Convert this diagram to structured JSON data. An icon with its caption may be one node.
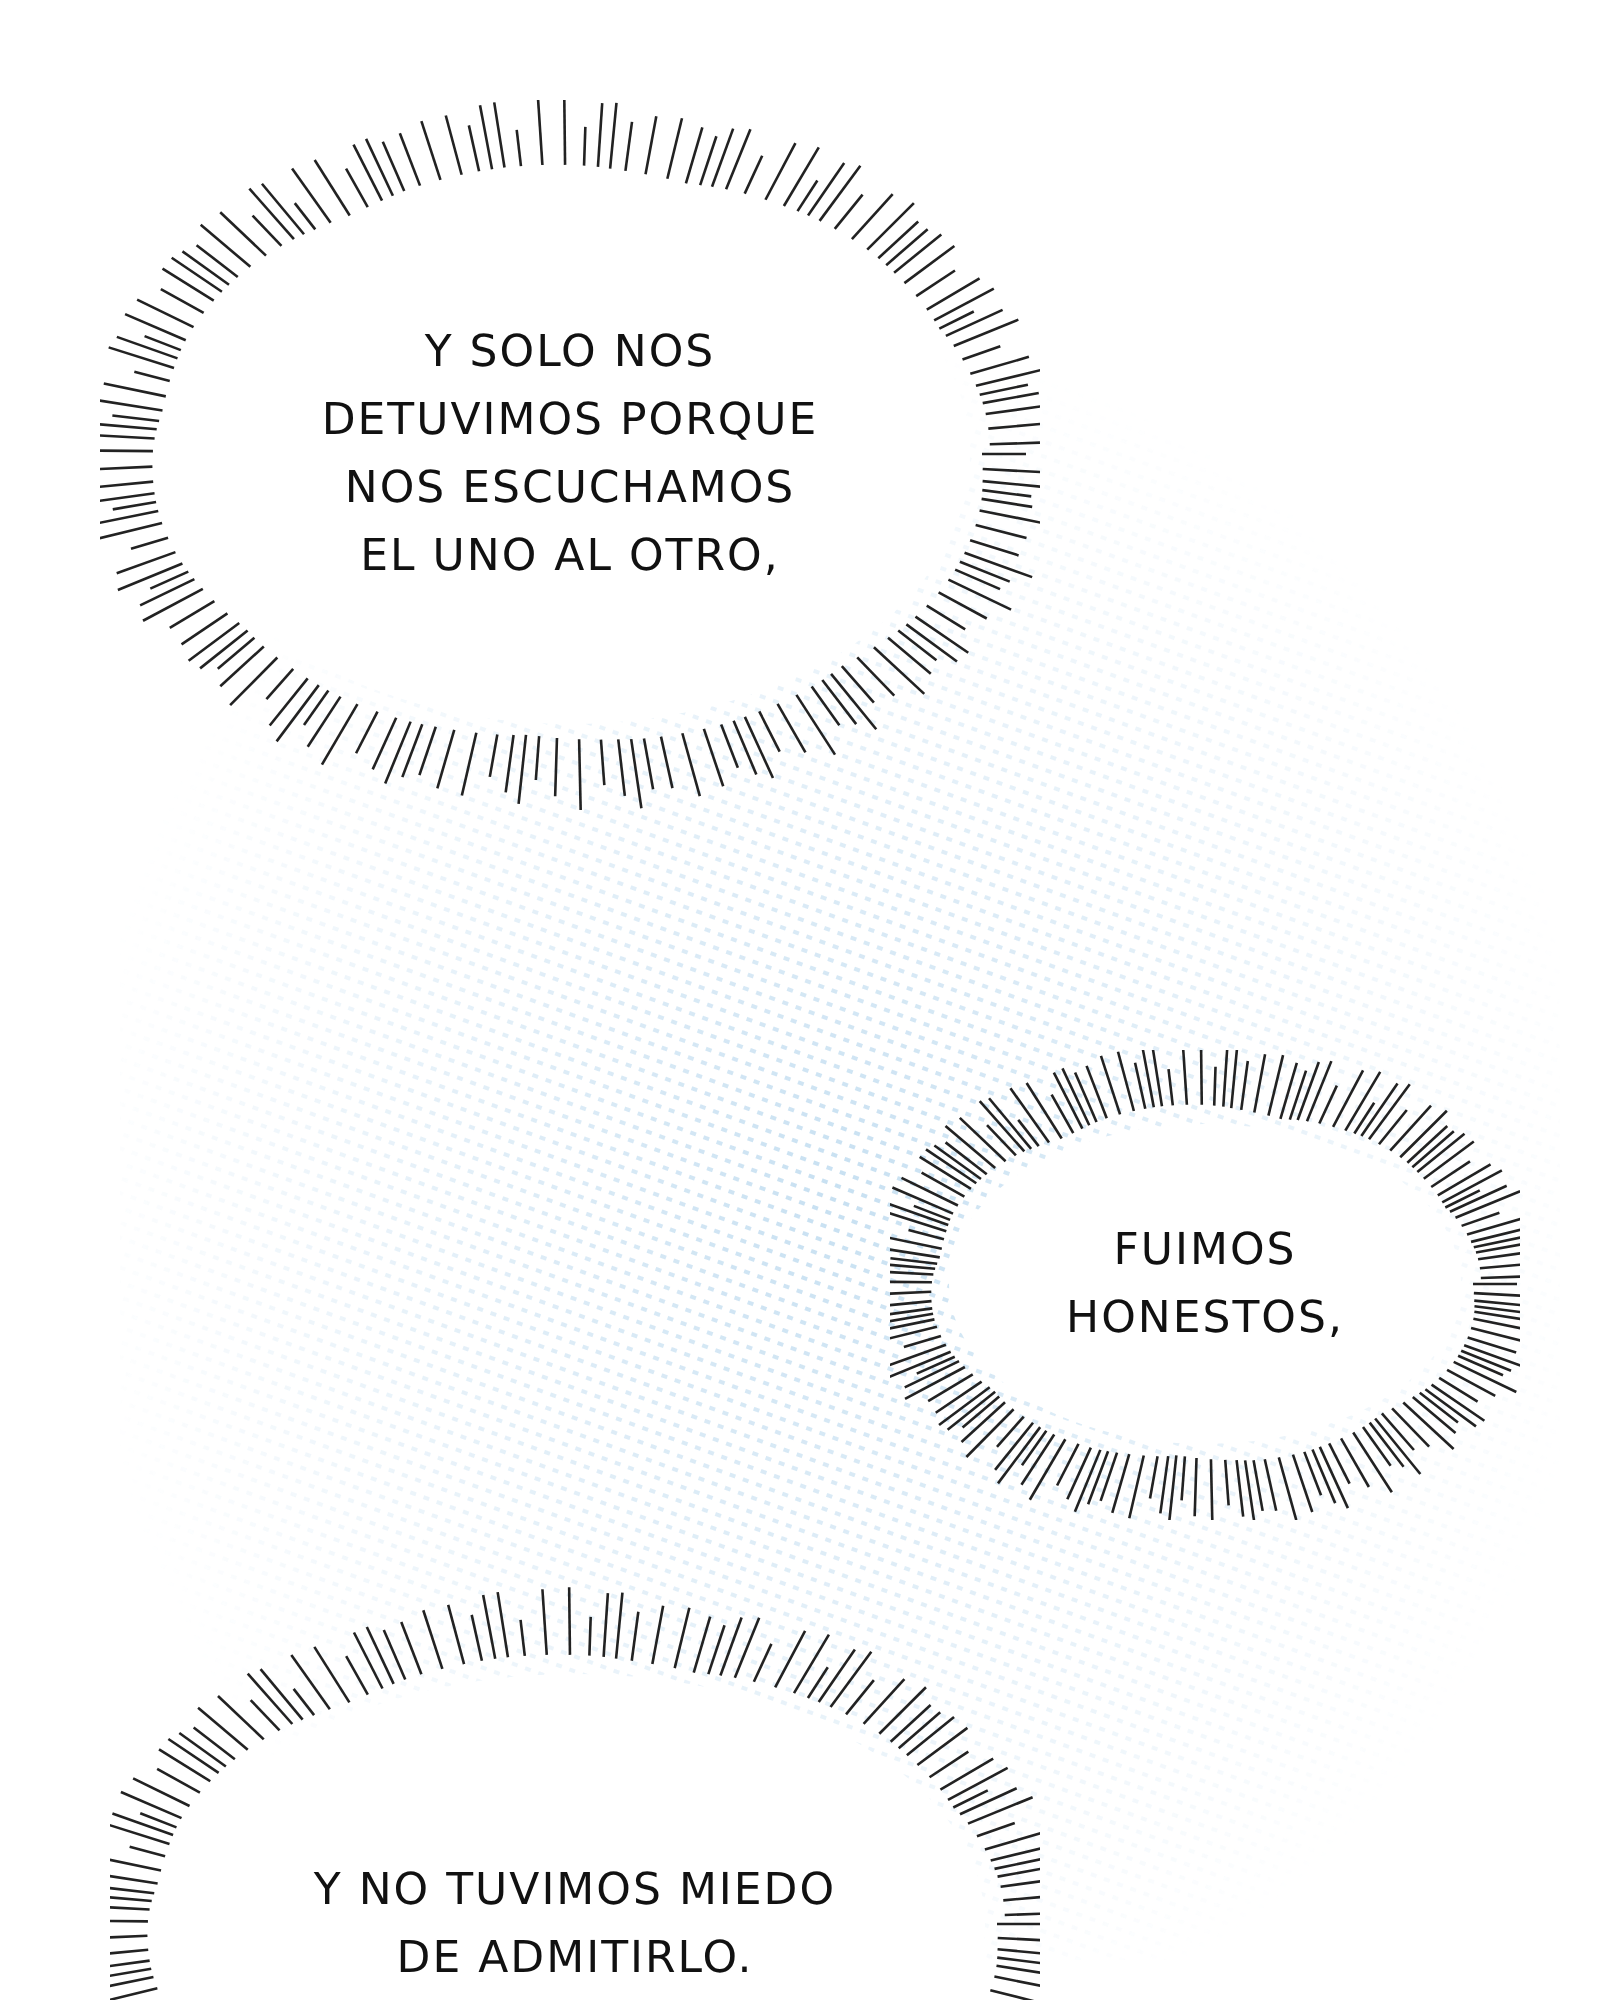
{
  "diagram": {
    "nodes": [
      {
        "text": [
          "Y SOLO NOS DETUVIMOS PORQUE NOS ESCUCHAMOS EL UNO AL OTRO,"
        ]
      },
      {
        "text": [
          "FUIMOS HONESTOS,"
        ]
      },
      {
        "text": [
          "Y NO TUVIMOS MIEDO DE ADMITIRLO."
        ]
      }
    ]
  }
}
